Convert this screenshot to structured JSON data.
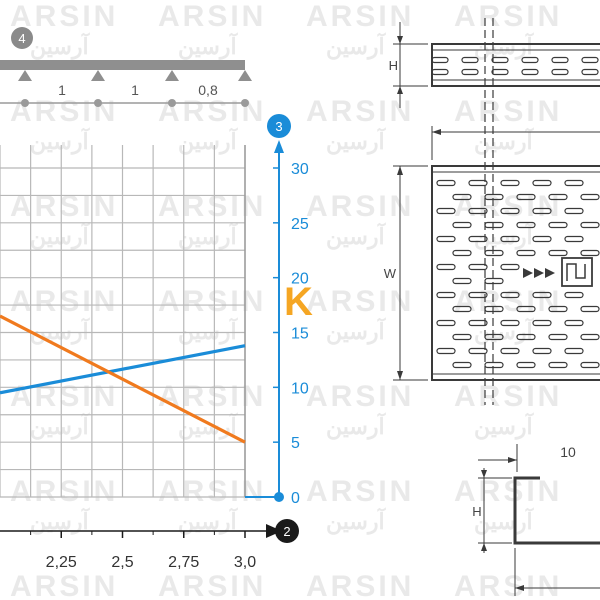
{
  "colors": {
    "accent_blue": "#1a8cd8",
    "accent_orange": "#f07a1e",
    "grid": "#b8b8b8",
    "drawing": "#3a3a3a",
    "watermark": "#e8e8e8"
  },
  "watermark": {
    "brand_latin": "ARSIN",
    "brand_arabic": "آرسین"
  },
  "beam": {
    "badge": "4",
    "spans": [
      "1",
      "1",
      "0,8"
    ]
  },
  "chart": {
    "right_badge": "3",
    "bottom_badge": "2",
    "k_label": "K",
    "y_ticks": [
      "30",
      "25",
      "20",
      "15",
      "10",
      "5",
      "0"
    ],
    "x_ticks": [
      "2,25",
      "2,5",
      "2,75",
      "3,0"
    ]
  },
  "chart_data": {
    "type": "line",
    "x": [
      2.0,
      3.0
    ],
    "ylim": [
      0,
      30
    ],
    "xlim": [
      2.0,
      3.0
    ],
    "grid": true,
    "series": [
      {
        "values": [
          9.5,
          13.8
        ],
        "color": "#1a8cd8"
      },
      {
        "values": [
          16.5,
          5.0
        ],
        "color": "#f07a1e"
      }
    ]
  },
  "drawings": {
    "h_label": "H",
    "w_label": "W",
    "h_label_bottom": "H",
    "dim_10": "10"
  }
}
